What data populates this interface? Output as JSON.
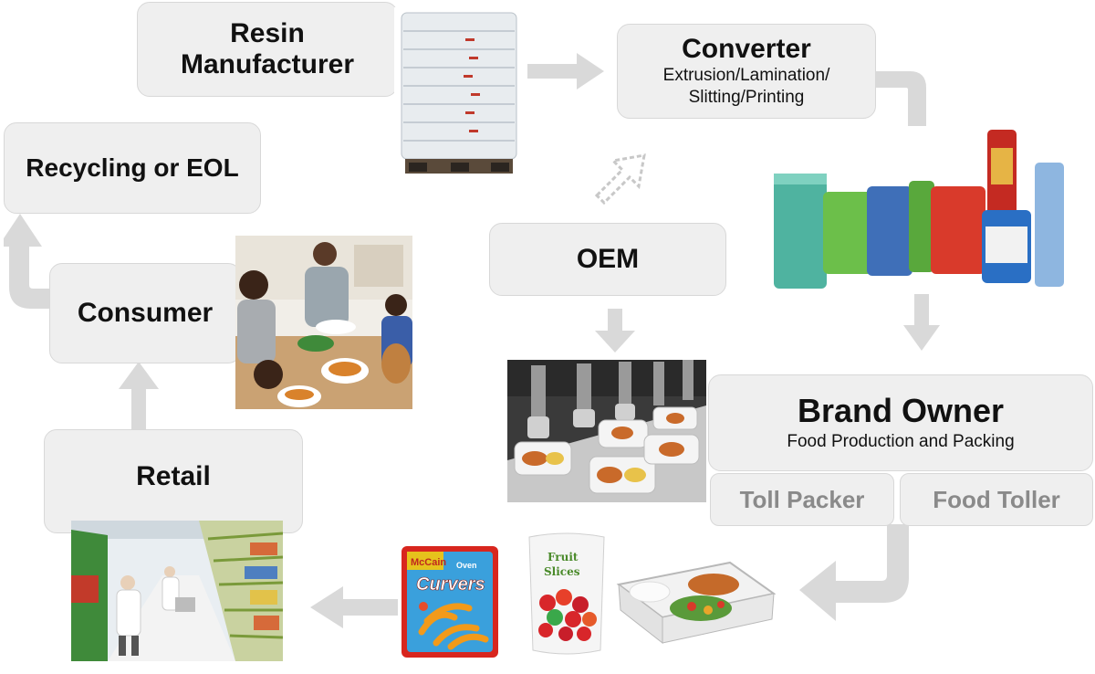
{
  "nodes": {
    "resin": {
      "title_line1": "Resin",
      "title_line2": "Manufacturer"
    },
    "converter": {
      "title": "Converter",
      "sub_line1": "Extrusion/Lamination/",
      "sub_line2": "Slitting/Printing"
    },
    "recycling": {
      "title": "Recycling or EOL"
    },
    "oem": {
      "title": "OEM"
    },
    "consumer": {
      "title": "Consumer"
    },
    "brand_owner": {
      "title": "Brand Owner",
      "sub": "Food Production and Packing"
    },
    "toll_packer": {
      "title": "Toll Packer"
    },
    "food_toller": {
      "title": "Food Toller"
    },
    "retail": {
      "title": "Retail"
    }
  },
  "product_labels": {
    "fries_brand": "McCain",
    "fries_name": "Curvers",
    "fries_sub": "Oven",
    "candy_line1": "Fruit",
    "candy_line2": "Slices"
  },
  "colors": {
    "box_fill": "#efefef",
    "arrow_fill": "#d9d9d9",
    "muted_text": "#8a8a8a"
  }
}
